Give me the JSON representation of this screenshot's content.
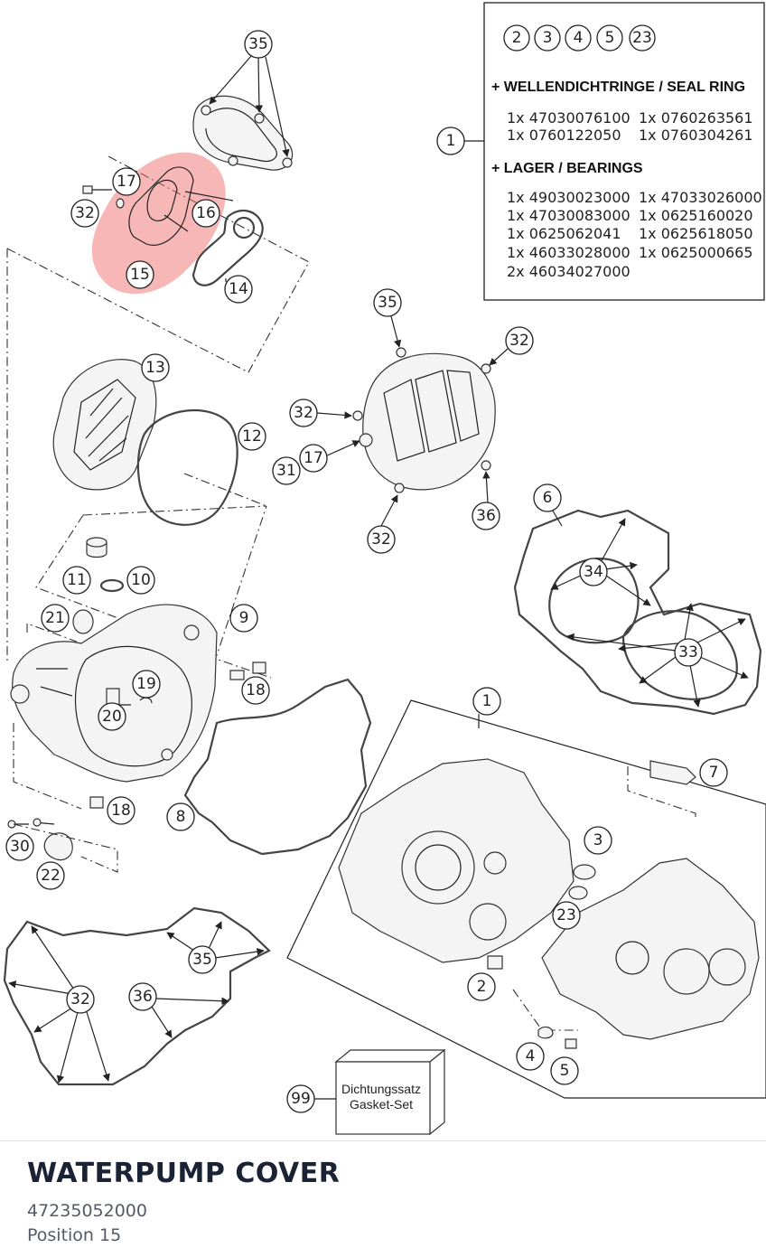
{
  "diagram": {
    "callouts": [
      "35",
      "17",
      "32",
      "16",
      "15",
      "14",
      "13",
      "12",
      "35",
      "32",
      "32",
      "31",
      "17",
      "32",
      "36",
      "6",
      "34",
      "33",
      "11",
      "10",
      "21",
      "9",
      "19",
      "20",
      "18",
      "18",
      "8",
      "30",
      "22",
      "1",
      "7",
      "3",
      "23",
      "2",
      "4",
      "5",
      "35",
      "32",
      "36",
      "99"
    ],
    "kit_box": {
      "bubbles": [
        "2",
        "3",
        "4",
        "5",
        "23"
      ],
      "ref": "1",
      "seal_heading": "+ WELLENDICHTRINGE / SEAL RING",
      "seal_rows": [
        [
          "1x 47030076100",
          "1x 0760263561"
        ],
        [
          "1x 0760122050",
          "1x 0760304261"
        ]
      ],
      "bearing_heading": "+ LAGER / BEARINGS",
      "bearing_rows": [
        [
          "1x 49030023000",
          "1x 47033026000"
        ],
        [
          "1x 47030083000",
          "1x 0625160020"
        ],
        [
          "1x 0625062041",
          "1x 0625618050"
        ],
        [
          "1x 46033028000",
          "1x 0625000665"
        ],
        [
          "2x 46034027000",
          ""
        ]
      ]
    },
    "gasket_set": {
      "line1": "Dichtungssatz",
      "line2": "Gasket-Set"
    },
    "highlight_color": "#f07070"
  },
  "part": {
    "name": "WATERPUMP COVER",
    "number": "47235052000",
    "position": "Position 15"
  }
}
